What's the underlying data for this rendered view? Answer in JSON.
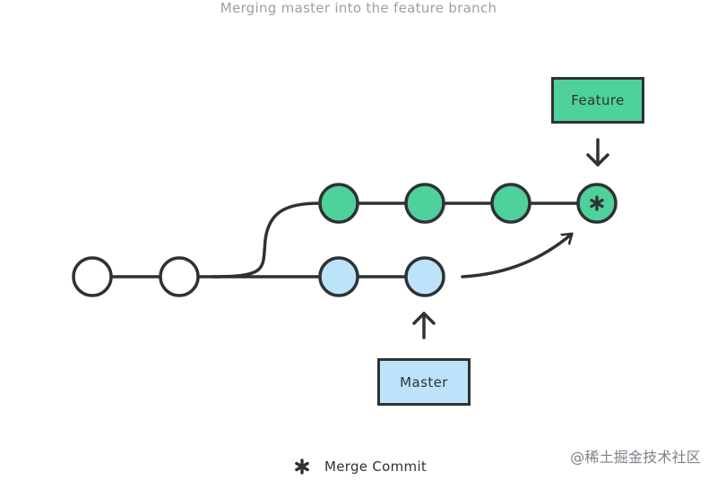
{
  "diagram": {
    "caption": "Merging master into the feature branch",
    "feature_label": "Feature",
    "master_label": "Master",
    "legend_label": "Merge Commit",
    "legend_icon": "merge-commit-star-icon",
    "watermark": "@稀土掘金技术社区",
    "colors": {
      "feature": "#4ed19b",
      "master": "#bde3fb",
      "base": "#ffffff",
      "stroke": "#2f3233",
      "caption": "#9aa0a6"
    }
  }
}
